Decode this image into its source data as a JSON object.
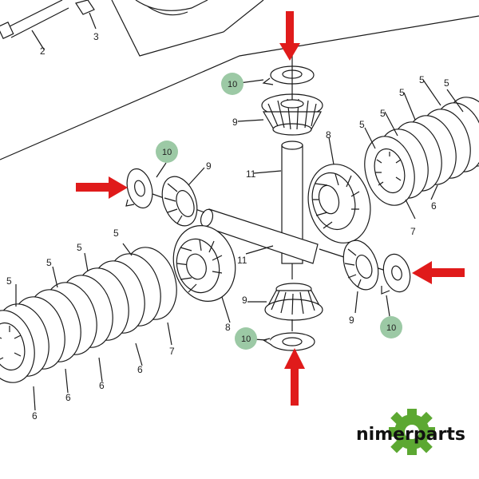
{
  "diagram": {
    "part_labels": {
      "bolt": "2",
      "bolt_washer": "3",
      "disc_plate": "5",
      "friction_disc": "6",
      "pressure_plate": "7",
      "side_gear": "8",
      "pinion_gear": "9",
      "thrust_washer": "10",
      "cross_shaft": "11"
    },
    "highlight_color": "#9cc9a5",
    "arrow_color": "#e01b1b"
  },
  "brand": {
    "name": "nimerparts",
    "logo_color": "#5ca832"
  }
}
